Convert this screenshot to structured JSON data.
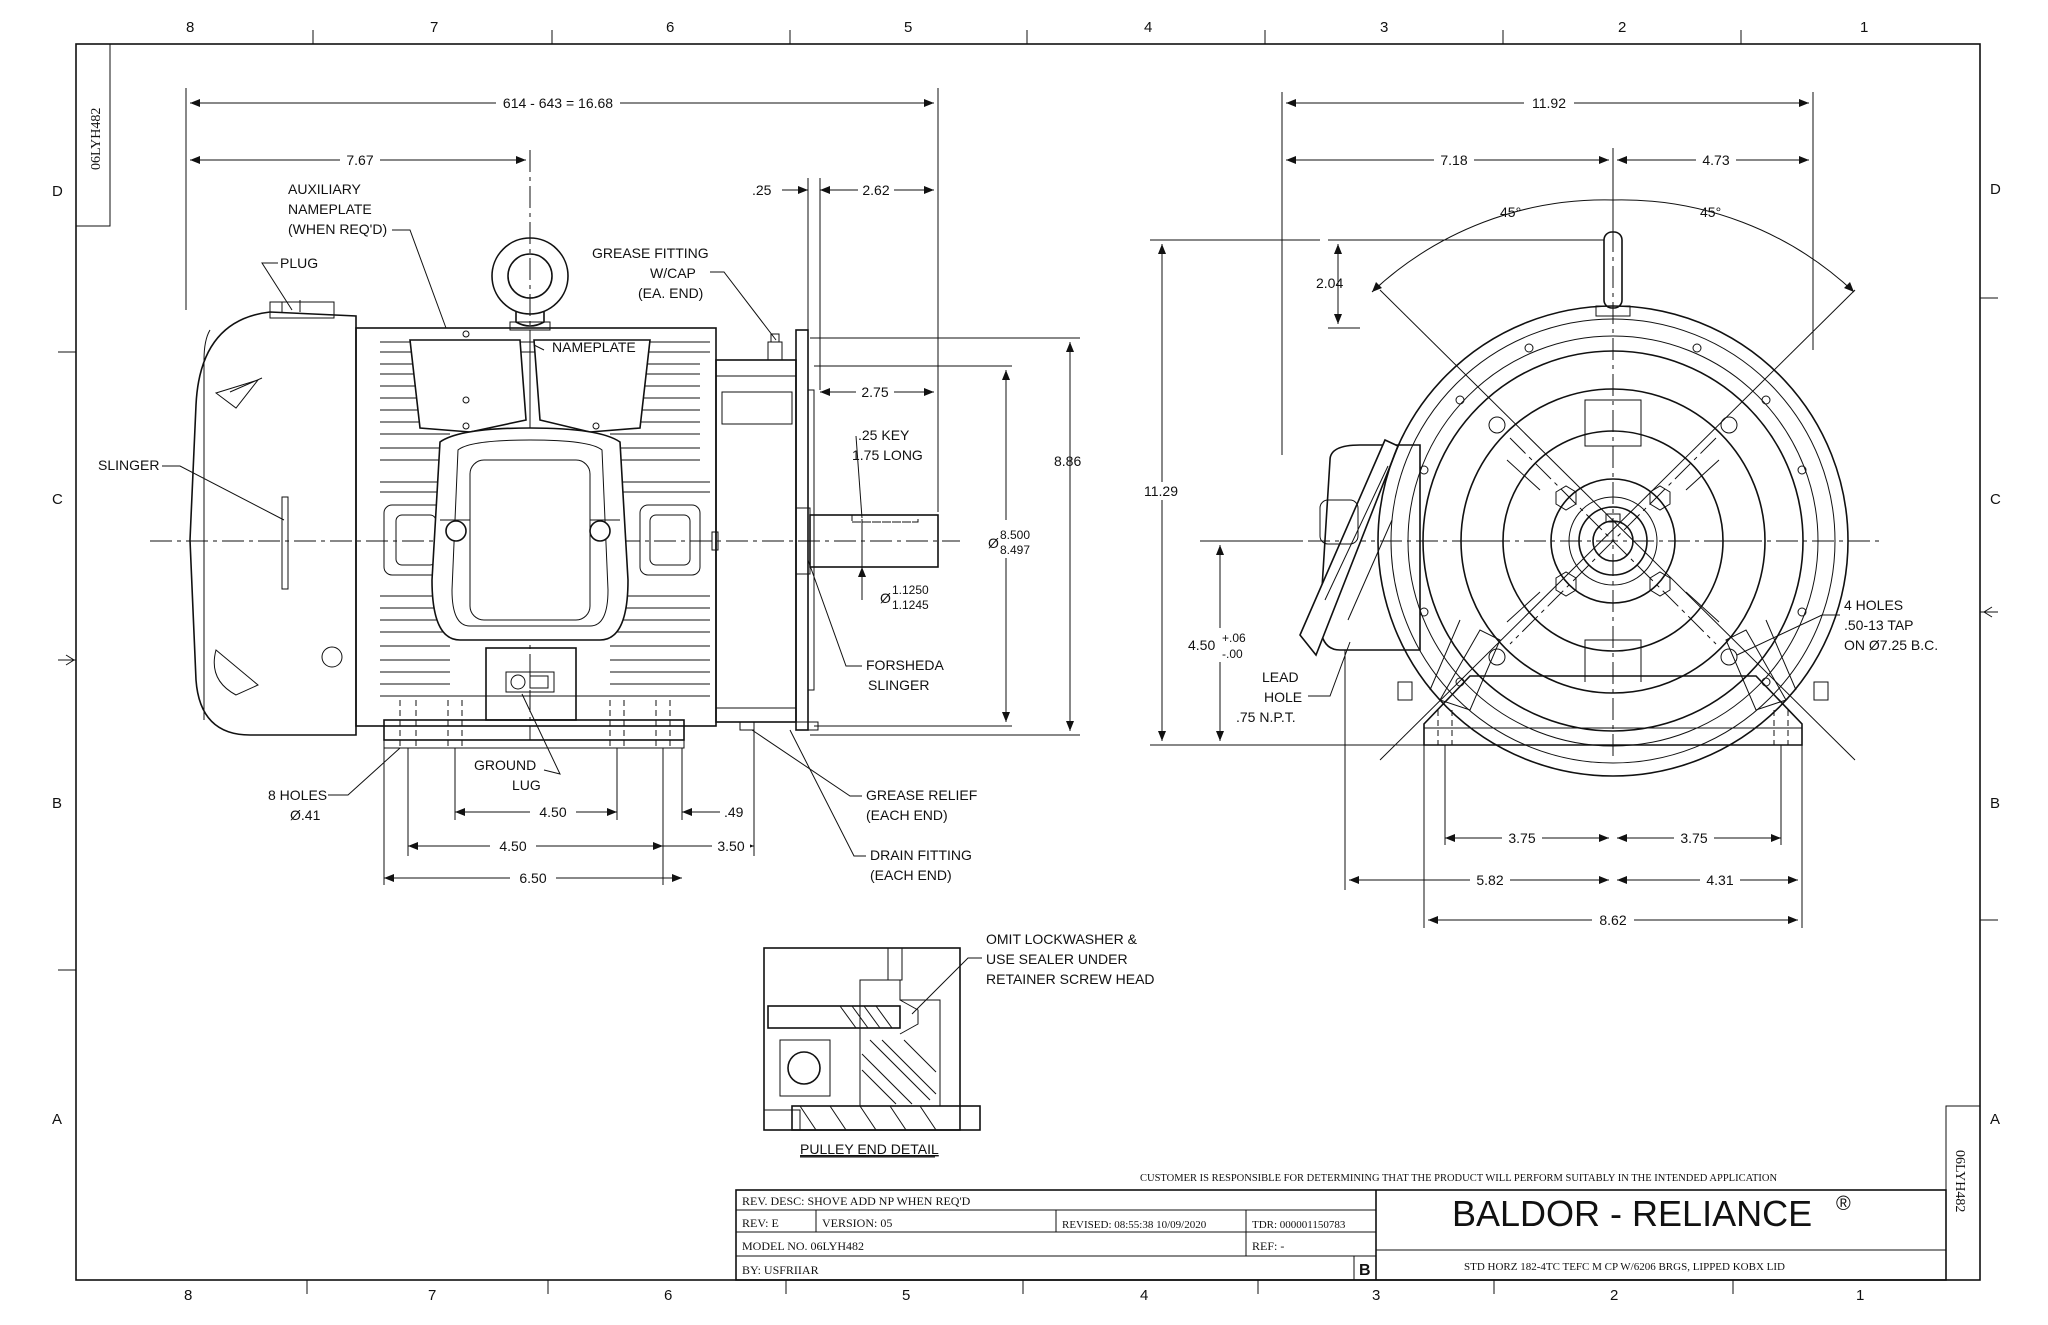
{
  "drawing_id": "06LYH482",
  "zones": {
    "top": [
      "8",
      "7",
      "6",
      "5",
      "4",
      "3",
      "2",
      "1"
    ],
    "bottom": [
      "8",
      "7",
      "6",
      "5",
      "4",
      "3",
      "2",
      "1"
    ],
    "left": [
      "D",
      "C",
      "B",
      "A"
    ],
    "right": [
      "D",
      "C",
      "B",
      "A"
    ]
  },
  "side_view": {
    "dims": {
      "overall": "614 - 643 = 16.68",
      "d767": "7.67",
      "d025": ".25",
      "d262": "2.62",
      "d275": "2.75",
      "d886": "8.86",
      "pilot_top": "8.500",
      "pilot_bot": "8.497",
      "shaft_top": "1.1250",
      "shaft_bot": "1.1245",
      "d450a": "4.50",
      "d049": ".49",
      "d450b": "4.50",
      "d350": "3.50",
      "d650": "6.50",
      "dia": "Ø"
    },
    "labels": {
      "aux1": "AUXILIARY",
      "aux2": "NAMEPLATE",
      "aux3": "(WHEN REQ'D)",
      "plug": "PLUG",
      "nameplate": "NAMEPLATE",
      "grease1": "GREASE FITTING",
      "grease2": "W/CAP",
      "grease3": "(EA. END)",
      "slinger": "SLINGER",
      "key1": ".25 KEY",
      "key2": "1.75 LONG",
      "fors1": "FORSHEDA",
      "fors2": "SLINGER",
      "ground1": "GROUND",
      "ground2": "LUG",
      "holes1": "8 HOLES",
      "holes2": "Ø.41",
      "relief1": "GREASE RELIEF",
      "relief2": "(EACH END)",
      "drain1": "DRAIN FITTING",
      "drain2": "(EACH END)"
    }
  },
  "end_view": {
    "dims": {
      "d1192": "11.92",
      "d718": "7.18",
      "d473": "4.73",
      "deg_l": "45°",
      "deg_r": "45°",
      "d204": "2.04",
      "d1129": "11.29",
      "d450": "4.50",
      "tol_up": "+.06",
      "tol_dn": "-.00",
      "d375a": "3.75",
      "d375b": "3.75",
      "d582": "5.82",
      "d431": "4.31",
      "d862": "8.62"
    },
    "labels": {
      "lead1": "LEAD",
      "lead2": "HOLE",
      "lead3": ".75 N.P.T.",
      "holes1": "4 HOLES",
      "holes2": ".50-13 TAP",
      "holes3": "ON Ø7.25 B.C."
    }
  },
  "detail": {
    "note1": "OMIT LOCKWASHER &",
    "note2": "USE SEALER UNDER",
    "note3": "RETAINER SCREW HEAD",
    "title": "PULLEY END DETAIL"
  },
  "title_block": {
    "disclaimer": "CUSTOMER IS RESPONSIBLE FOR DETERMINING THAT THE PRODUCT WILL PERFORM SUITABLY IN THE INTENDED APPLICATION",
    "rev_desc": "REV. DESC: SHOVE ADD NP WHEN REQ'D",
    "rev": "REV:  E",
    "version": "VERSION:  05",
    "revised": "REVISED:  08:55:38 10/09/2020",
    "tdr": "TDR:  000001150783",
    "model": "MODEL NO.  06LYH482",
    "ref": "REF:  -",
    "by": "BY: USFRIIAR",
    "size": "B",
    "brand": "BALDOR - RELIANCE",
    "reg": "®",
    "description": "STD HORZ 182-4TC TEFC M CP W/6206 BRGS, LIPPED KOBX LID"
  }
}
